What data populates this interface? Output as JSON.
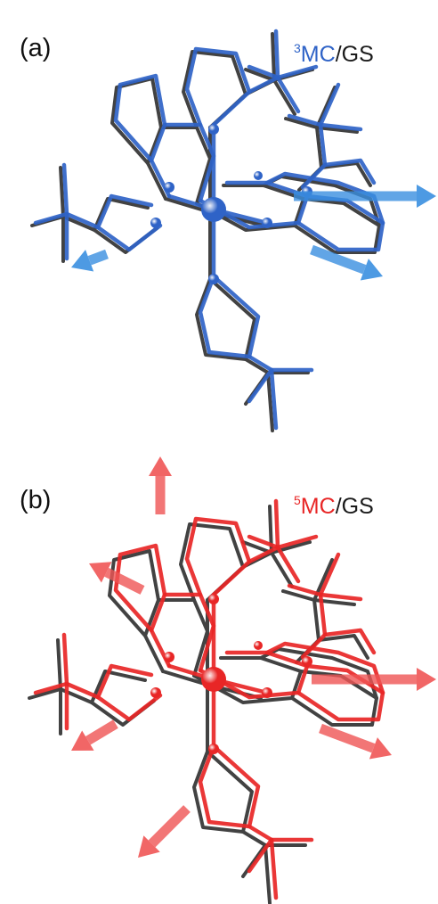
{
  "colors": {
    "blue_structure": "#2f63c7",
    "red_structure": "#e82626",
    "ground_state": "#222222",
    "blue_arrow": "#3a8fe0",
    "red_arrow": "#f05555"
  },
  "panels": [
    {
      "label": "(a)",
      "ratio": {
        "sup": "3",
        "state": "MC",
        "sep": "/",
        "ref": "GS"
      },
      "color_key": "blue_structure",
      "arrow_color_key": "blue_arrow"
    },
    {
      "label": "(b)",
      "ratio": {
        "sup": "5",
        "state": "MC",
        "sep": "/",
        "ref": "GS"
      },
      "color_key": "red_structure",
      "arrow_color_key": "red_arrow"
    }
  ]
}
